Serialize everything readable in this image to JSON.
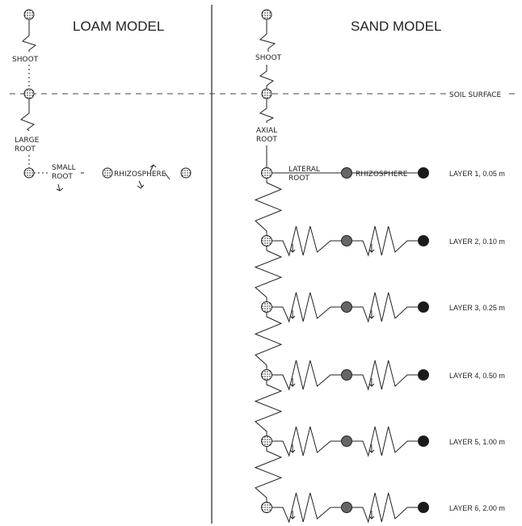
{
  "loam": {
    "title": "LOAM MODEL",
    "shoot": "SHOOT",
    "large_root": [
      "LARGE",
      "ROOT"
    ],
    "small_root": [
      "SMALL",
      "ROOT"
    ],
    "rhizosphere": "RHIZOSPHERE"
  },
  "sand": {
    "title": "SAND MODEL",
    "shoot": "SHOOT",
    "soil_surface": "SOIL SURFACE",
    "axial_root": [
      "AXIAL",
      "ROOT"
    ],
    "lateral_root": [
      "LATERAL",
      "ROOT"
    ],
    "rhizosphere": "RHIZOSPHERE",
    "layers": [
      "LAYER 1, 0.05 m",
      "LAYER 2, 0.10 m",
      "LAYER 3, 0.25 m",
      "LAYER 4, 0.50 m",
      "LAYER 5, 1.00 m",
      "LAYER 6, 2.00 m"
    ]
  }
}
